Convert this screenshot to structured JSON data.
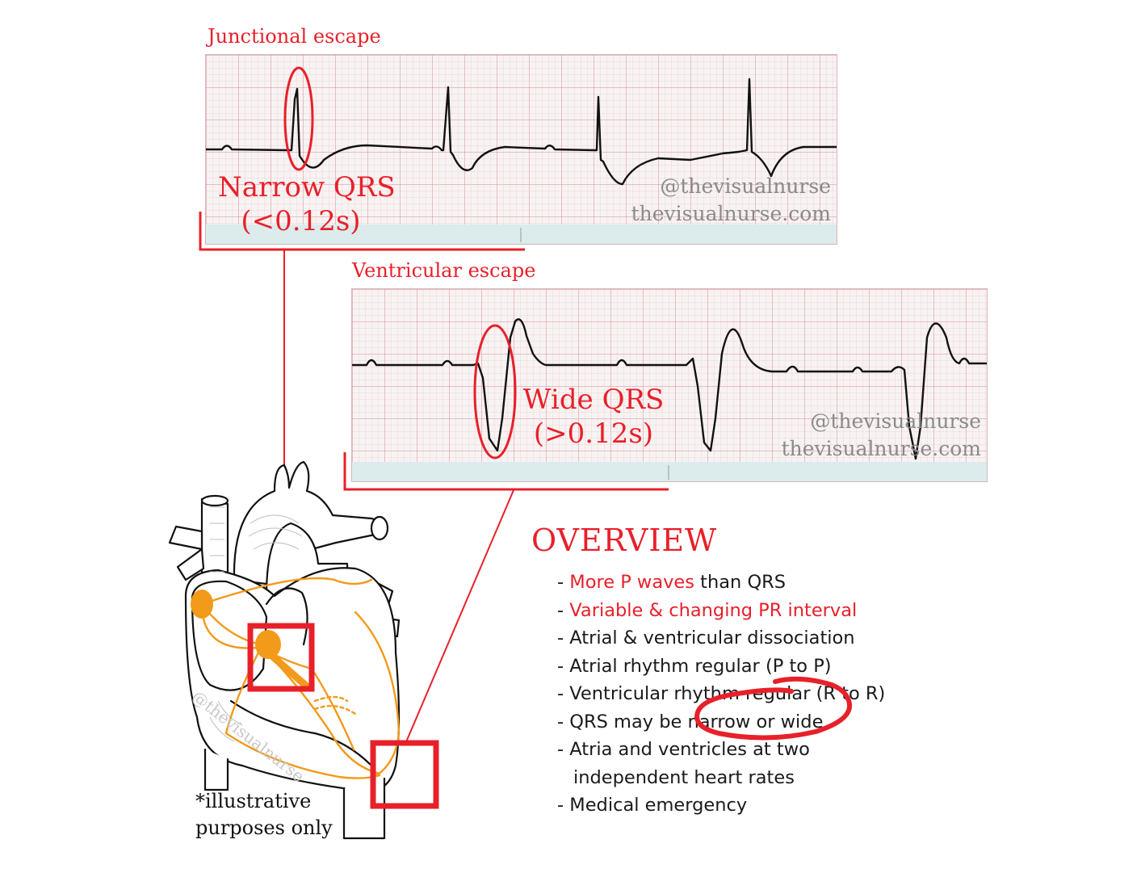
{
  "strips": {
    "junctional": {
      "title": "Junctional escape",
      "callout_line1": "Narrow QRS",
      "callout_line2": "(<0.12s)",
      "watermark_handle": "@thevisualnurse",
      "watermark_site": "thevisualnurse.com"
    },
    "ventricular": {
      "title": "Ventricular escape",
      "callout_line1": "Wide QRS",
      "callout_line2": "(>0.12s)",
      "watermark_handle": "@thevisualnurse",
      "watermark_site": "thevisualnurse.com"
    }
  },
  "overview": {
    "title": "OVERVIEW",
    "items": [
      {
        "highlight": "More P waves",
        "rest": " than QRS"
      },
      {
        "highlight": "Variable & changing PR interval",
        "rest": ""
      },
      {
        "highlight": "",
        "rest": "Atrial & ventricular dissociation"
      },
      {
        "highlight": "",
        "rest": "Atrial rhythm regular (P to P)"
      },
      {
        "highlight": "",
        "rest": "Ventricular rhythm regular (R to R)"
      },
      {
        "highlight": "",
        "rest": "QRS may be narrow or wide"
      },
      {
        "highlight": "",
        "rest": "Atria and ventricles at two"
      },
      {
        "highlight": "",
        "rest": "independent heart rates",
        "continuation": true
      },
      {
        "highlight": "",
        "rest": "Medical emergency"
      }
    ],
    "bullet_marker": "- "
  },
  "heart": {
    "watermark": "@thevisualnurse",
    "note_line1": "*illustrative",
    "note_line2": "purposes only"
  },
  "colors": {
    "accent_red": "#e8202a",
    "grid_minor": "#f0c9cc",
    "grid_major": "#d98a92",
    "strip_bg": "#f7f3f3",
    "strip_band": "#dcebec",
    "conduction_orange": "#f29a1a"
  }
}
